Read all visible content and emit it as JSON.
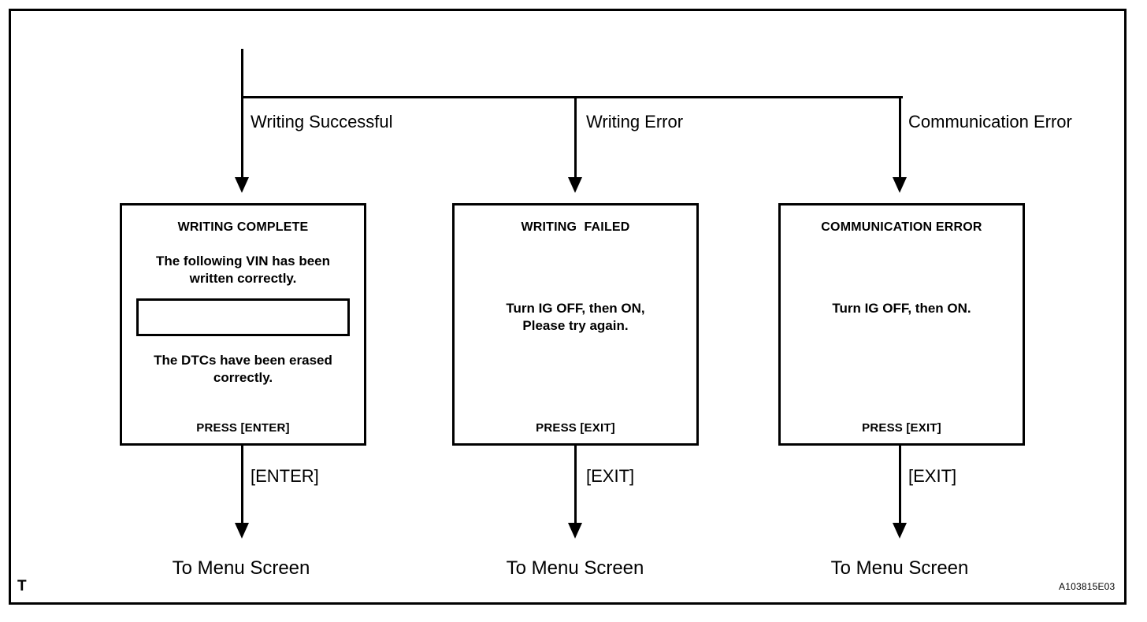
{
  "diagram": {
    "reference_code": "A103815E03",
    "sheet_marker": "T",
    "entry_branch_labels": [
      "Writing Successful",
      "Writing Error",
      "Communication Error"
    ],
    "exit_key_labels": [
      "[ENTER]",
      "[EXIT]",
      "[EXIT]"
    ],
    "terminal_labels": [
      "To Menu Screen",
      "To Menu Screen",
      "To Menu Screen"
    ],
    "screens": [
      {
        "title": "WRITING COMPLETE",
        "message_top_line1": "The following VIN has been",
        "message_top_line2": "written correctly.",
        "vin_field_value": "",
        "message_bottom_line1": "The DTCs have been erased",
        "message_bottom_line2": "correctly.",
        "prompt": "PRESS [ENTER]"
      },
      {
        "title": "WRITING  FAILED",
        "message_line1": "Turn IG OFF, then ON,",
        "message_line2": "Please try again.",
        "prompt": "PRESS [EXIT]"
      },
      {
        "title": "COMMUNICATION ERROR",
        "message_line1": "Turn IG OFF, then ON.",
        "prompt": "PRESS [EXIT]"
      }
    ],
    "colors": {
      "ink": "#000000",
      "paper": "#ffffff"
    }
  }
}
